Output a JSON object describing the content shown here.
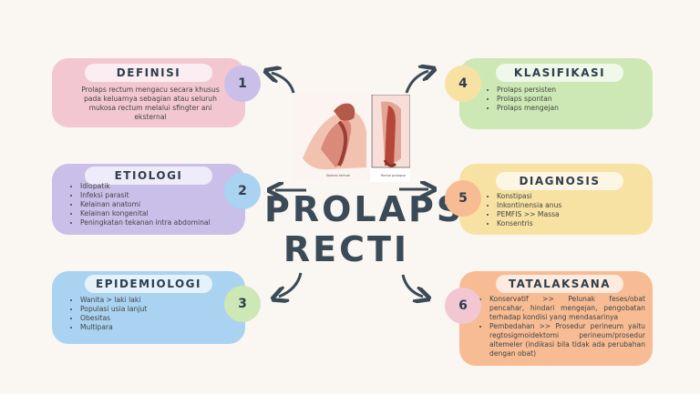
{
  "title": {
    "line1": "PROLAPS",
    "line2": "RECTI"
  },
  "colors": {
    "pink": "#f2c7d2",
    "purple": "#c9bfe9",
    "blue": "#a9d3f0",
    "green": "#cde8b5",
    "yellow": "#f7e2a3",
    "orange": "#f7bc93",
    "text": "#3b4a57"
  },
  "illustration": {
    "caption_left": "Normal rectum",
    "caption_right": "Rectal prolapse"
  },
  "cards": {
    "definisi": {
      "number": "1",
      "title": "DEFINISI",
      "text": "Prolaps rectum mengacu secara khusus pada keluarnya sebagian atau seluruh mukosa rectum melalui sfingter ani eksternal"
    },
    "etiologi": {
      "number": "2",
      "title": "ETIOLOGI",
      "items": [
        "Idiopatik",
        "Infeksi parasit",
        "Kelainan anatomi",
        "Kelainan kongenital",
        " Peningkatan tekanan intra abdominal"
      ]
    },
    "epidemiologi": {
      "number": "3",
      "title": "EPIDEMIOLOGI",
      "items": [
        "Wanita > laki laki",
        "Populasi usia lanjut",
        "Obesitas",
        "Multipara"
      ]
    },
    "klasifikasi": {
      "number": "4",
      "title": "KLASIFIKASI",
      "items": [
        "Prolaps persisten",
        "Prolaps spontan",
        "Prolaps mengejan"
      ]
    },
    "diagnosis": {
      "number": "5",
      "title": "DIAGNOSIS",
      "items": [
        "Konstipasi",
        "Inkontinensia anus",
        "PEMFIS >> Massa",
        "Konsentris"
      ]
    },
    "tatalaksana": {
      "number": "6",
      "title": "TATALAKSANA",
      "items": [
        "Konservatif >> Pelunak feses/obat pencahar, hindari mengejan, pengobatan terhadap kondisi yang mendasarinya",
        "Pembedahan >> Prosedur perineum yaitu regtosigmoidektomi perineum/prosedur altemeler (indikasi bila tidak ada perubahan dengan obat)"
      ]
    }
  }
}
